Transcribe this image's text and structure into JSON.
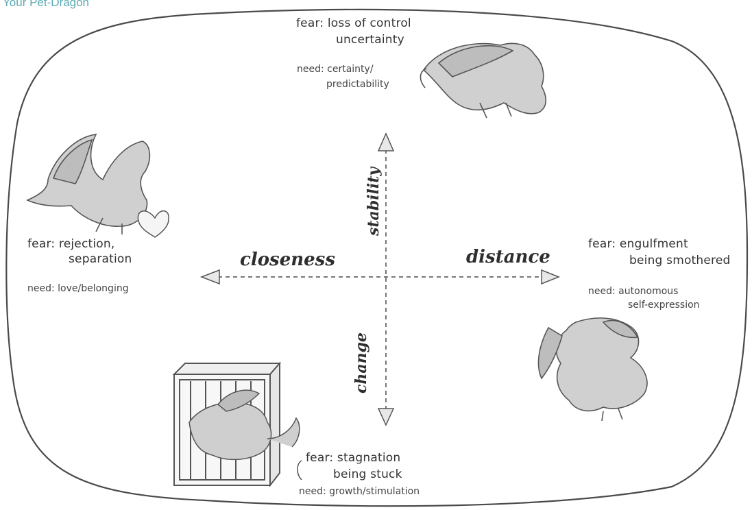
{
  "header": {
    "title": "Your Pet-Dragon"
  },
  "axes": {
    "up": "stability",
    "down": "change",
    "left": "closeness",
    "right": "distance"
  },
  "quadrants": {
    "top": {
      "fear_line1": "fear: loss of control",
      "fear_line2": "uncertainty",
      "need_line1": "need: certainty/",
      "need_line2": "predictability"
    },
    "left": {
      "fear_line1": "fear: rejection,",
      "fear_line2": "separation",
      "need": "need: love/belonging"
    },
    "right": {
      "fear_line1": "fear: engulfment",
      "fear_line2": "being smothered",
      "need_line1": "need: autonomous",
      "need_line2": "self-expression"
    },
    "bottom": {
      "fear_line1": "fear: stagnation",
      "fear_line2": "being stuck",
      "need": "need: growth/stimulation"
    }
  },
  "colors": {
    "outline": "#4a4a4a",
    "dragon": "#cfcfcf",
    "dragon_stroke": "#5a5a5a",
    "header": "#5aa9b3"
  },
  "icons": [
    "dragon-flying-icon",
    "dragon-heart-icon",
    "dragon-caged-icon",
    "dragon-twisting-icon",
    "heart-icon",
    "cage-icon"
  ]
}
